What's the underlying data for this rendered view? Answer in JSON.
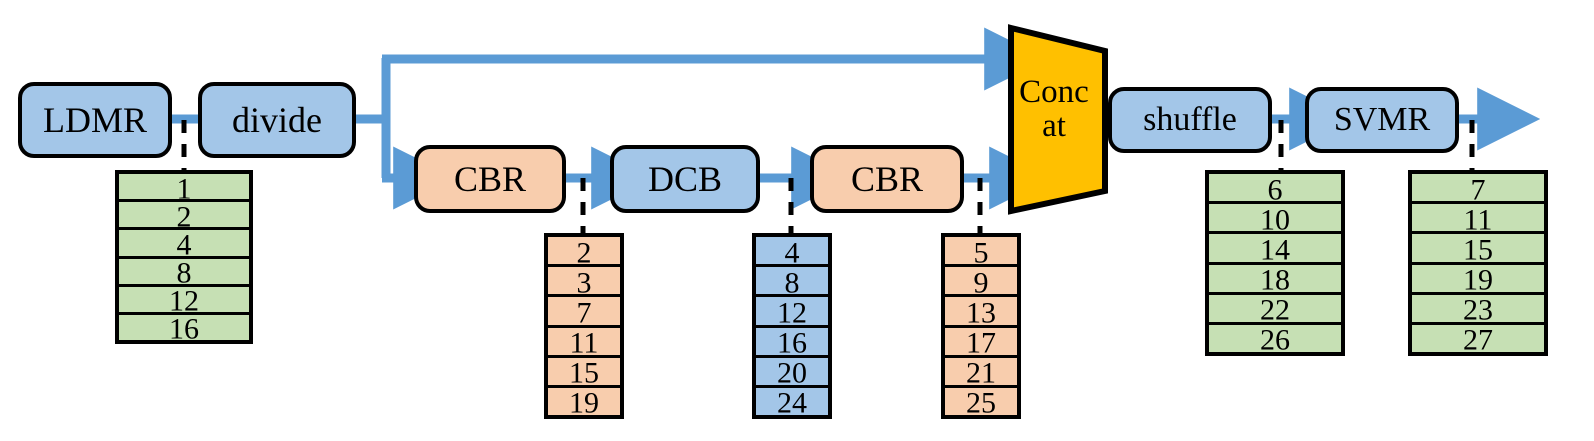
{
  "figure": {
    "type": "network-architecture-diagram",
    "background": "#ffffff"
  },
  "palette": {
    "blue_fill": "#a3c6e8",
    "orange_fill": "#f8cdad",
    "green_fill": "#c6e0b4",
    "yellow_fill": "#ffc000",
    "arrow_blue": "#5b9bd5",
    "outline": "#000000"
  },
  "blocks": {
    "ldmr": {
      "label": "LDMR",
      "fill": "blue"
    },
    "divide": {
      "label": "divide",
      "fill": "blue"
    },
    "cbr1": {
      "label": "CBR",
      "fill": "orange"
    },
    "dcb": {
      "label": "DCB",
      "fill": "blue"
    },
    "cbr2": {
      "label": "CBR",
      "fill": "orange"
    },
    "concat": {
      "label_line1": "Conc",
      "label_line2": "at",
      "fill": "yellow"
    },
    "shuffle": {
      "label": "shuffle",
      "fill": "blue"
    },
    "svmr": {
      "label": "SVMR",
      "fill": "blue"
    }
  },
  "stacks": {
    "ldmr": {
      "owner": "LDMR",
      "fill": "green",
      "values": [
        "1",
        "2",
        "4",
        "8",
        "12",
        "16"
      ]
    },
    "cbr1": {
      "owner": "CBR",
      "fill": "orange",
      "values": [
        "2",
        "3",
        "7",
        "11",
        "15",
        "19"
      ]
    },
    "dcb": {
      "owner": "DCB",
      "fill": "blue",
      "values": [
        "4",
        "8",
        "12",
        "16",
        "20",
        "24"
      ]
    },
    "cbr2": {
      "owner": "CBR",
      "fill": "orange",
      "values": [
        "5",
        "9",
        "13",
        "17",
        "21",
        "25"
      ]
    },
    "shuffle": {
      "owner": "shuffle",
      "fill": "green",
      "values": [
        "6",
        "10",
        "14",
        "18",
        "22",
        "26"
      ]
    },
    "svmr": {
      "owner": "SVMR",
      "fill": "green",
      "values": [
        "7",
        "11",
        "15",
        "19",
        "23",
        "27"
      ]
    }
  },
  "connections": [
    {
      "name": "ldmr-to-divide",
      "from": "LDMR",
      "to": "divide",
      "style": "solid",
      "arrow": false
    },
    {
      "name": "divide-split",
      "from": "divide",
      "to": "branch-point",
      "style": "solid",
      "arrow": false
    },
    {
      "name": "skip-connection",
      "from": "divide",
      "to": "Concat",
      "style": "solid",
      "arrow": true
    },
    {
      "name": "divide-to-cbr1",
      "from": "divide",
      "to": "CBR",
      "style": "solid",
      "arrow": true
    },
    {
      "name": "cbr1-to-dcb",
      "from": "CBR",
      "to": "DCB",
      "style": "solid",
      "arrow": true
    },
    {
      "name": "dcb-to-cbr2",
      "from": "DCB",
      "to": "CBR",
      "style": "solid",
      "arrow": true
    },
    {
      "name": "cbr2-to-concat",
      "from": "CBR",
      "to": "Concat",
      "style": "solid",
      "arrow": true
    },
    {
      "name": "concat-to-shuffle",
      "from": "Concat",
      "to": "shuffle",
      "style": "abutting",
      "arrow": false
    },
    {
      "name": "shuffle-to-svmr",
      "from": "shuffle",
      "to": "SVMR",
      "style": "solid",
      "arrow": true
    },
    {
      "name": "svmr-output",
      "from": "SVMR",
      "to": "output",
      "style": "solid",
      "arrow": true
    }
  ]
}
